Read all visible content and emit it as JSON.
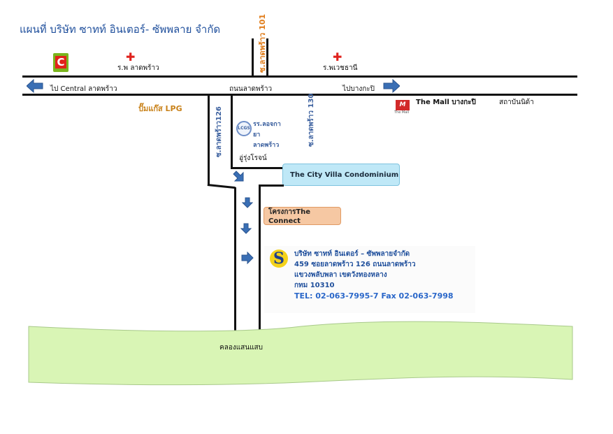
{
  "title": "แผนที่ บริษัท ซาทท์ อินเตอร์- ซัพพลาย จำกัด",
  "landmarks": {
    "bigc_logo_text": "Big C",
    "hospital_left": "ร.พ ลาดพร้าว",
    "hospital_right": "ร.พเวชธานี",
    "soi101": "ซ.ลาดพร้าว 101",
    "to_central": "ไป Central ลาดพร้าว",
    "main_road": "ถนนลาดพร้าว",
    "to_bangkapi": "ไปบางกะปิ",
    "lpg_station": "ปั๊มแก๊ส LPG",
    "the_mall": "The Mall บางกะปิ",
    "the_mall_logo_text": "The Mall",
    "institute": "สถาบันนิด้า",
    "soi126": "ซ.ลาดพร้าว126",
    "school_name": "รร.ลอจกายา ลาดพร้าว",
    "school_logo_text": "LCGS",
    "soi130": "ซ.ลาดพร้าว 130",
    "garage": "อู่รุ่งโรจน์",
    "condo": "The City Villa Condominium",
    "project": "โครงการThe Connect",
    "canal": "คลองแสนแสบ"
  },
  "company": {
    "name": "บริษัท ซาทท์ อินเตอร์ – ซัพพลายจำกัด",
    "address1": "459 ซอยลาดพร้าว 126 ถนนลาดพร้าว",
    "address2": "แขวงพลับพลา เขตวังทองหลาง",
    "address3": "กทม 10310",
    "tel": "TEL: 02-063-7995-7 Fax 02-063-7998"
  },
  "colors": {
    "title": "#1f4f9c",
    "road": "#111111",
    "arrow": "#3a6fb5",
    "hospital_cross": "#e0231e",
    "condo_box": "#bfe8f7",
    "project_box": "#f6c8a3",
    "canal": "#d9f5b5",
    "lpg_text": "#c9821a",
    "soi101_text": "#e07b17",
    "soi_text": "#3a5f9e"
  }
}
